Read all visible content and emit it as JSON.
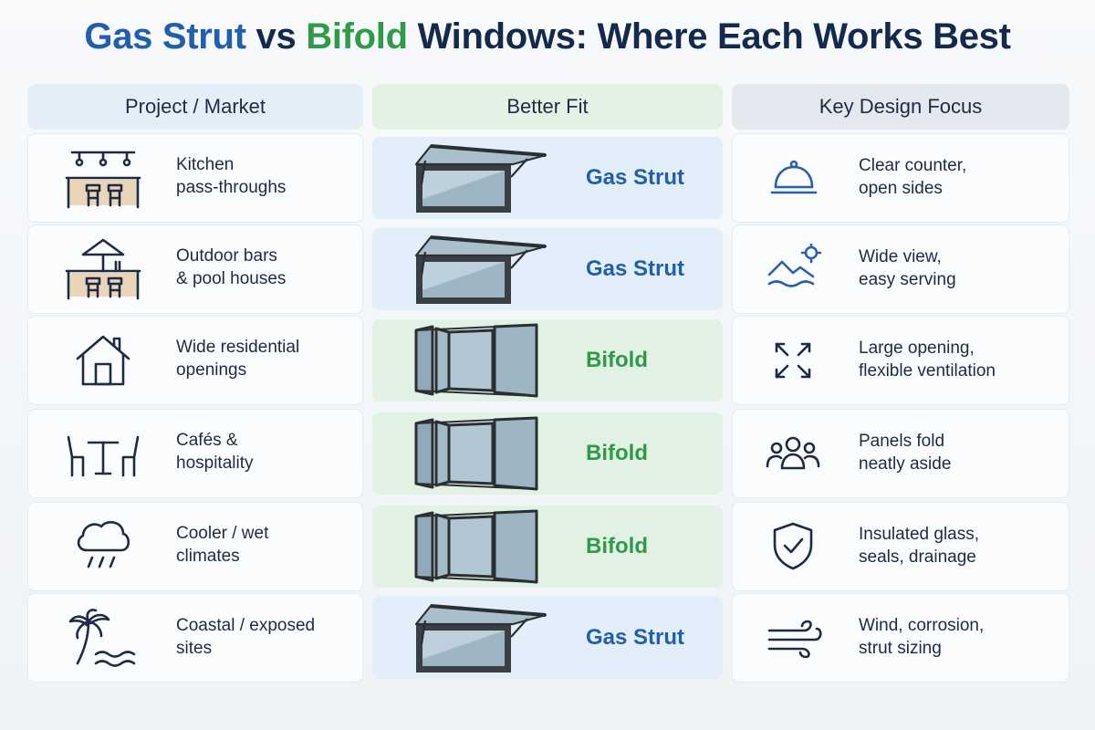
{
  "title": {
    "part1": "Gas Strut",
    "part2": " vs ",
    "part3": "Bifold",
    "part4": " Windows: Where Each Works Best"
  },
  "headers": {
    "project": "Project / Market",
    "fit": "Better Fit",
    "focus": "Key Design Focus"
  },
  "colors": {
    "gas_strut": "#1f5fae",
    "bifold": "#2f9a48",
    "icon_blue": "#2a5fb0",
    "icon_navy": "#1d2b44"
  },
  "rows": [
    {
      "market_line1": "Kitchen",
      "market_line2": "pass-throughs",
      "market_icon": "kitchen-counter-icon",
      "fit": "Gas Strut",
      "fit_icon": "gas-strut-window-icon",
      "focus_line1": "Clear counter,",
      "focus_line2": "open sides",
      "focus_icon": "service-bell-icon"
    },
    {
      "market_line1": "Outdoor bars",
      "market_line2": "& pool houses",
      "market_icon": "outdoor-bar-umbrella-icon",
      "fit": "Gas Strut",
      "fit_icon": "gas-strut-window-icon",
      "focus_line1": "Wide view,",
      "focus_line2": "easy serving",
      "focus_icon": "landscape-view-icon"
    },
    {
      "market_line1": "Wide residential",
      "market_line2": "openings",
      "market_icon": "house-icon",
      "fit": "Bifold",
      "fit_icon": "bifold-window-icon",
      "focus_line1": "Large opening,",
      "focus_line2": "flexible ventilation",
      "focus_icon": "expand-arrows-icon"
    },
    {
      "market_line1": "Cafés &",
      "market_line2": "hospitality",
      "market_icon": "cafe-table-chairs-icon",
      "fit": "Bifold",
      "fit_icon": "bifold-window-icon",
      "focus_line1": "Panels fold",
      "focus_line2": "neatly aside",
      "focus_icon": "people-group-icon"
    },
    {
      "market_line1": "Cooler / wet",
      "market_line2": "climates",
      "market_icon": "rain-cloud-icon",
      "fit": "Bifold",
      "fit_icon": "bifold-window-icon",
      "focus_line1": "Insulated glass,",
      "focus_line2": "seals, drainage",
      "focus_icon": "shield-check-icon"
    },
    {
      "market_line1": "Coastal / exposed",
      "market_line2": "sites",
      "market_icon": "palm-tree-waves-icon",
      "fit": "Gas Strut",
      "fit_icon": "gas-strut-window-icon",
      "focus_line1": "Wind, corrosion,",
      "focus_line2": "strut sizing",
      "focus_icon": "wind-icon"
    }
  ]
}
